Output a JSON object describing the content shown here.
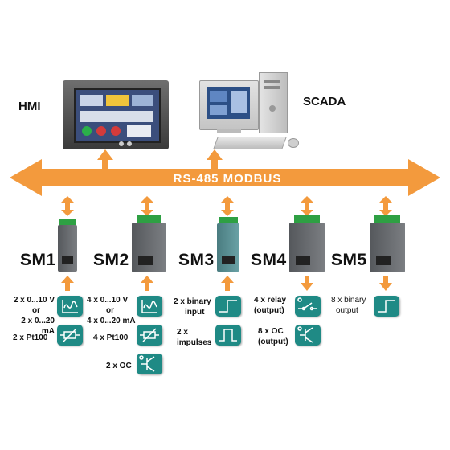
{
  "hmi": {
    "label": "HMI"
  },
  "scada": {
    "label": "SCADA"
  },
  "bus": {
    "label": "RS-485 MODBUS",
    "color": "#f39a3d"
  },
  "modules": [
    {
      "name": "SM1",
      "inputs": [
        "2 x 0...10 V",
        "or",
        "2 x 0...20 mA",
        "2 x Pt100"
      ]
    },
    {
      "name": "SM2",
      "inputs": [
        "4 x 0...10 V",
        "or",
        "4 x 0...20 mA",
        "4 x Pt100",
        "2 x OC"
      ]
    },
    {
      "name": "SM3",
      "inputs": [
        "2 x binary",
        "input",
        "2 x",
        "impulses"
      ]
    },
    {
      "name": "SM4",
      "outputs": [
        "4 x relay",
        "(output)",
        "8 x OC",
        "(output)"
      ]
    },
    {
      "name": "SM5",
      "outputs": [
        "8 x binary",
        "output"
      ]
    }
  ],
  "icons": {
    "analog": "analog-signal-icon",
    "pt100": "resistor-pt100-icon",
    "oc": "open-collector-transistor-icon",
    "binary": "step-signal-icon",
    "impulse": "pulse-icon",
    "relay": "relay-switch-icon"
  },
  "colors": {
    "arrow": "#f39a3d",
    "tile": "#1f8a85",
    "module_body": "#6d6f72",
    "terminal": "#2ea043"
  }
}
